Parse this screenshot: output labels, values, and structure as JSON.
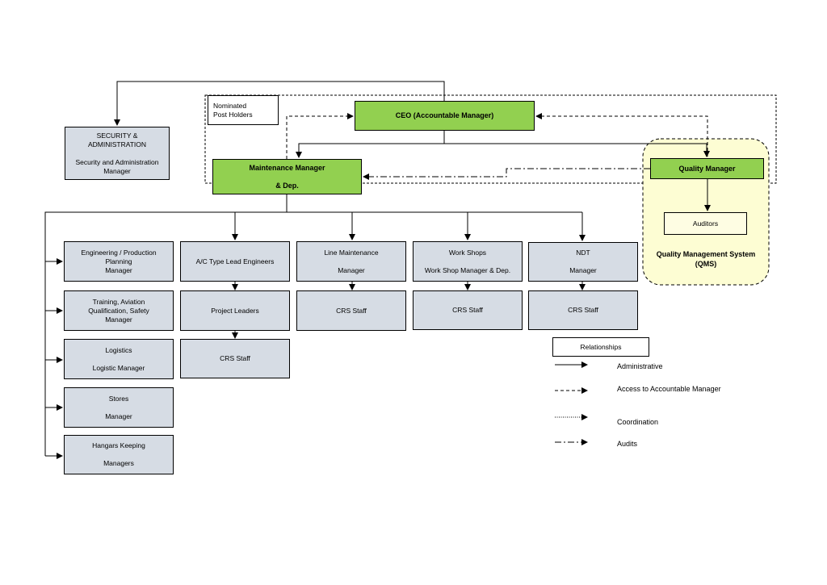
{
  "nominated_post_holders": [
    "Nominated",
    "Post Holders"
  ],
  "ceo": "CEO (Accountable Manager)",
  "security": [
    "SECURITY &",
    "ADMINISTRATION",
    "",
    "Security and Administration",
    "Manager"
  ],
  "maintenance_manager": [
    "Maintenance Manager",
    "",
    "& Dep."
  ],
  "quality_manager": "Quality Manager",
  "auditors": "Auditors",
  "qms": [
    "Quality Management System",
    "(QMS)"
  ],
  "left_column": [
    [
      "Engineering / Production",
      "Planning",
      "Manager"
    ],
    [
      "Training, Aviation",
      "Qualification, Safety",
      "Manager"
    ],
    [
      "Logistics",
      "",
      "Logistic Manager"
    ],
    [
      "Stores",
      "",
      "Manager"
    ],
    [
      "Hangars Keeping",
      "",
      "Managers"
    ]
  ],
  "ac_type": {
    "lead": "A/C Type Lead Engineers",
    "project_leaders": "Project Leaders",
    "crs_staff": "CRS Staff"
  },
  "line_maintenance": {
    "title": [
      "Line Maintenance",
      "",
      "Manager"
    ],
    "crs_staff": "CRS Staff"
  },
  "workshops": {
    "title": [
      "Work Shops",
      "",
      "Work Shop Manager & Dep."
    ],
    "crs_staff": "CRS Staff"
  },
  "ndt": {
    "title": [
      "NDT",
      "",
      "Manager"
    ],
    "crs_staff": "CRS Staff"
  },
  "legend": {
    "title": "Relationships",
    "items": [
      {
        "label": "Administrative",
        "style": "solid"
      },
      {
        "label": "Access to Accountable Manager",
        "style": "dashed"
      },
      {
        "label": "Coordination",
        "style": "dotted"
      },
      {
        "label": "Audits",
        "style": "dashdot"
      }
    ]
  }
}
